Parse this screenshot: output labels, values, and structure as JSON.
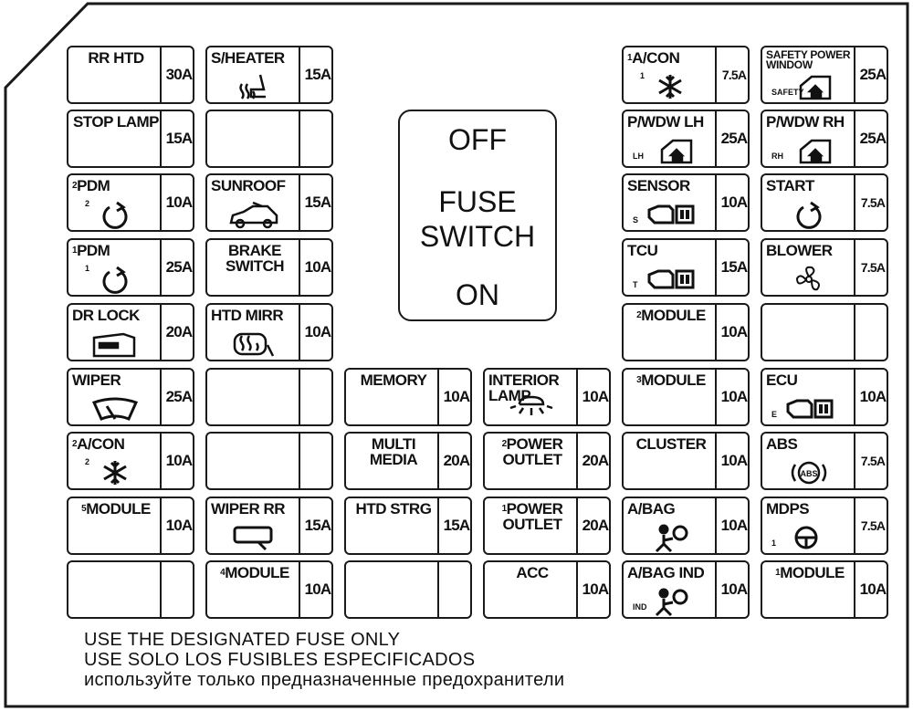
{
  "switch": {
    "off": "OFF",
    "line1": "FUSE",
    "line2": "SWITCH",
    "on": "ON"
  },
  "notes": [
    "USE THE DESIGNATED FUSE ONLY",
    "USE SOLO LOS FUSIBLES ESPECIFICADOS",
    "используйте только предназначенные предохранители"
  ],
  "fuses": {
    "rr_htd": {
      "label": "RR HTD",
      "amp": "30A"
    },
    "s_heater": {
      "label": "S/HEATER",
      "amp": "15A",
      "icon": "seat-heater-icon"
    },
    "stop_lamp": {
      "label": "STOP LAMP",
      "amp": "15A"
    },
    "blank_a": {
      "label": "",
      "amp": ""
    },
    "pdm2": {
      "sup": "2",
      "label": "PDM",
      "amp": "10A",
      "icon_sup": "2",
      "icon": "power-arrow-icon"
    },
    "sunroof": {
      "label": "SUNROOF",
      "amp": "15A",
      "icon": "car-sunroof-icon"
    },
    "pdm1": {
      "sup": "1",
      "label": "PDM",
      "amp": "25A",
      "icon_sup": "1",
      "icon": "power-arrow-icon"
    },
    "brake_switch": {
      "label": "BRAKE SWITCH",
      "amp": "10A"
    },
    "dr_lock": {
      "label": "DR LOCK",
      "amp": "20A",
      "icon": "door-lock-icon"
    },
    "htd_mirr": {
      "label": "HTD MIRR",
      "amp": "10A",
      "icon": "heated-mirror-icon"
    },
    "wiper": {
      "label": "WIPER",
      "amp": "25A",
      "icon": "wiper-icon"
    },
    "blank_b": {
      "label": "",
      "amp": ""
    },
    "acon2": {
      "sup": "2",
      "label": "A/CON",
      "amp": "10A",
      "icon_sup": "2",
      "icon": "snowflake-icon"
    },
    "blank_c": {
      "label": "",
      "amp": ""
    },
    "module5": {
      "sup": "5",
      "label": "MODULE",
      "amp": "10A"
    },
    "wiper_rr": {
      "label": "WIPER RR",
      "amp": "15A",
      "icon": "rear-wiper-icon"
    },
    "blank_d": {
      "label": "",
      "amp": ""
    },
    "module4": {
      "sup": "4",
      "label": "MODULE",
      "amp": "10A"
    },
    "memory": {
      "label": "MEMORY",
      "amp": "10A"
    },
    "interior_lamp": {
      "label": "INTERIOR LAMP",
      "amp": "10A",
      "icon": "lamp-icon"
    },
    "multi_media": {
      "label": "MULTI MEDIA",
      "amp": "20A"
    },
    "power_outlet2": {
      "sup": "2",
      "label": "POWER OUTLET",
      "amp": "20A"
    },
    "htd_strg": {
      "label": "HTD STRG",
      "amp": "15A"
    },
    "power_outlet1": {
      "sup": "1",
      "label": "POWER OUTLET",
      "amp": "20A"
    },
    "blank_e": {
      "label": "",
      "amp": ""
    },
    "acc": {
      "label": "ACC",
      "amp": "10A"
    },
    "acon1": {
      "sup": "1",
      "label": "A/CON",
      "amp": "7.5A",
      "icon_sup": "1",
      "icon": "snowflake-icon"
    },
    "safety_window": {
      "label": "SAFETY POWER WINDOW",
      "amp": "25A",
      "icon_text": "SAFETY",
      "icon": "window-switch-icon"
    },
    "pwdw_lh": {
      "label": "P/WDW LH",
      "amp": "25A",
      "icon_text": "LH",
      "icon": "window-switch-icon"
    },
    "pwdw_rh": {
      "label": "P/WDW RH",
      "amp": "25A",
      "icon_text": "RH",
      "icon": "window-switch-icon"
    },
    "sensor": {
      "label": "SENSOR",
      "amp": "10A",
      "icon_text": "S",
      "icon": "engine-ecu-icon"
    },
    "start": {
      "label": "START",
      "amp": "7.5A",
      "icon": "power-arrow-icon"
    },
    "tcu": {
      "label": "TCU",
      "amp": "15A",
      "icon_text": "T",
      "icon": "engine-ecu-icon"
    },
    "blower": {
      "label": "BLOWER",
      "amp": "7.5A",
      "icon": "fan-icon"
    },
    "module2": {
      "sup": "2",
      "label": "MODULE",
      "amp": "10A"
    },
    "blank_f": {
      "label": "",
      "amp": ""
    },
    "module3": {
      "sup": "3",
      "label": "MODULE",
      "amp": "10A"
    },
    "ecu": {
      "label": "ECU",
      "amp": "10A",
      "icon_text": "E",
      "icon": "engine-ecu-icon"
    },
    "cluster": {
      "label": "CLUSTER",
      "amp": "10A"
    },
    "abs": {
      "label": "ABS",
      "amp": "7.5A",
      "icon_text": "ABS",
      "icon": "abs-icon"
    },
    "abag": {
      "label": "A/BAG",
      "amp": "10A",
      "icon": "airbag-icon"
    },
    "mdps": {
      "label": "MDPS",
      "amp": "7.5A",
      "icon_text": "1",
      "icon": "steering-icon"
    },
    "abag_ind": {
      "label": "A/BAG IND",
      "amp": "10A",
      "icon_text": "IND",
      "icon": "airbag-icon"
    },
    "module1": {
      "sup": "1",
      "label": "MODULE",
      "amp": "10A"
    }
  }
}
